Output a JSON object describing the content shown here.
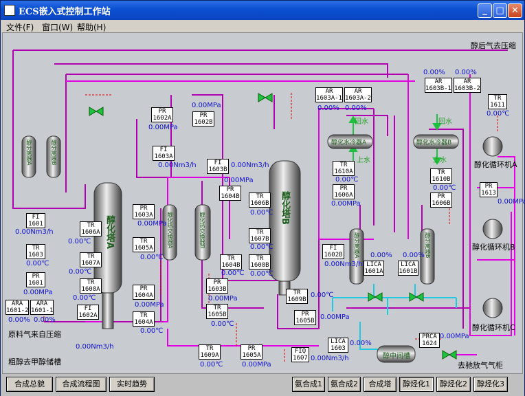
{
  "window": {
    "title": "ECS嵌入式控制工作站"
  },
  "menu": [
    "文件(F)",
    "窗口(W)",
    "帮助(H)"
  ],
  "bottom": {
    "left": [
      "合成总貌",
      "合成流程图",
      "实时趋势"
    ],
    "right": [
      "氨合成1",
      "氨合成2",
      "合成塔",
      "醇烃化1",
      "醇烃化2",
      "醇烃化3"
    ],
    "active": "醇烃化1"
  },
  "labels": {
    "gas_out": "醇后气去压缩",
    "feed": "原料气来自压缩",
    "methanol": "粗醇去甲醇储槽",
    "vent": "去驰放气气柜",
    "tower_a": "醇化塔A",
    "tower_b": "醇化塔B",
    "sep_a": "醇分离器A",
    "sep_b": "醇分离器B",
    "cool_a": "醇化水冷器A",
    "cool_b": "醇化水冷器B",
    "hx_a": "醇化热交换器A",
    "hx_b": "醇化热交换器B",
    "circ_a": "醇化循环机A",
    "circ_b": "醇化循环机B",
    "circ_c": "醇化循环机C",
    "mid_tank": "醇中间槽",
    "water_back": "回水",
    "water_in": "上水"
  },
  "tags": {
    "ARA1601-2": "ARA\n1601-2",
    "ARA1601-1": "ARA\n1601-1",
    "FI1601": "FI\n1601",
    "TR1603": "TR\n1603",
    "PR1601": "PR\n1601",
    "FI1602A": "FI\n1602A",
    "TR1606A": "TR\n1606A",
    "TR1607A": "TR\n1607A",
    "TR1608A": "TR\n1608A",
    "PR1602A": "PR\n1602A",
    "PR1602B": "PR\n1602B",
    "FI1603A": "FI\n1603A",
    "FI1603B": "FI\n1603B",
    "PR1603A": "PR\n1603A",
    "TR1605A": "TR\n1605A",
    "PR1604A": "PR\n1604A",
    "TR1604A": "TR\n1604A",
    "PR1604B": "PR\n1604B",
    "TR1606B": "TR\n1606B",
    "TR1607B": "TR\n1607B",
    "TR1608B": "TR\n1608B",
    "TR1604B": "TR\n1604B",
    "PR1603B": "PR\n1603B",
    "TR1605B": "TR\n1605B",
    "TR1609B": "TR\n1609B",
    "PR1605B": "PR\n1605B",
    "TR1609A": "TR\n1609A",
    "PR1605A": "PR\n1605A",
    "FIQ1607": "FIQ\n1607",
    "LICA1603": "LICA\n1603",
    "AR1603A-1": "AR\n1603A-1",
    "AR1603A-2": "AR\n1603A-2",
    "AR1603B-1": "AR\n1603B-1",
    "AR1603B-2": "AR\n1603B-2",
    "TR1611": "TR\n1611",
    "TR1610A": "TR\n1610A",
    "PR1606A": "PR\n1606A",
    "TR1610B": "TR\n1610B",
    "PR1606B": "PR\n1606B",
    "PR1613": "PR\n1613",
    "FI1602B": "FI\n1602B",
    "LICA1601A": "LICA\n1601A",
    "LICA1601B": "LICA\n1601B",
    "PRCA1624": "PRCA\n1624"
  },
  "values": {
    "pct": "0.00%",
    "temp": "0.00℃",
    "press": "0.00MPa",
    "flow": "0.00Nm3/h"
  },
  "colors": {
    "pipe_purple": "#b000b0",
    "pipe_magenta": "#e000e0",
    "pipe_cyan": "#20c8e0",
    "pipe_red": "#e00000",
    "valve_green": "#20c040"
  }
}
